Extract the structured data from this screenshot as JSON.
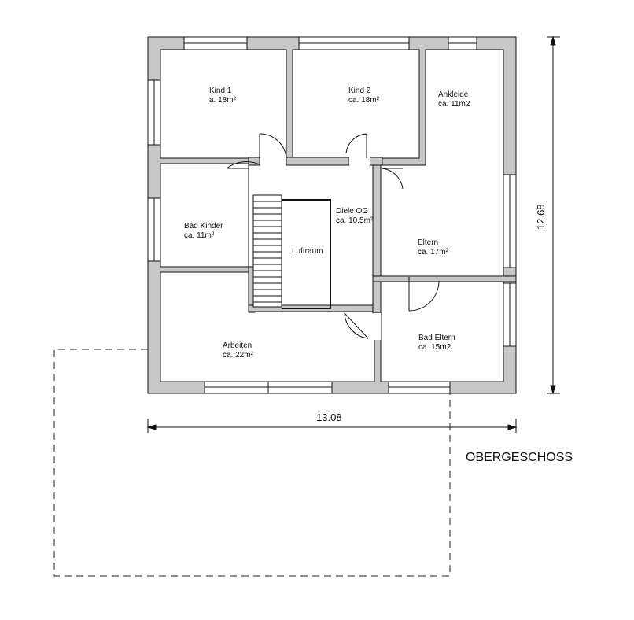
{
  "colors": {
    "wall": "#c8c8c8",
    "outline": "#111111",
    "background": "#ffffff"
  },
  "rooms": {
    "kind1": {
      "name": "Kind 1",
      "area": "a. 18m²"
    },
    "kind2": {
      "name": "Kind 2",
      "area": "ca. 18m²"
    },
    "ankleide": {
      "name": "Ankleide",
      "area": "ca. 11m2"
    },
    "bad_kinder": {
      "name": "Bad Kinder",
      "area": "ca. 11m²"
    },
    "diele": {
      "name": "Diele OG",
      "area": "ca. 10,5m²"
    },
    "luftraum": {
      "name": "Luftraum"
    },
    "eltern": {
      "name": "Eltern",
      "area": "ca. 17m²"
    },
    "arbeiten": {
      "name": "Arbeiten",
      "area": "ca. 22m²"
    },
    "bad_eltern": {
      "name": "Bad Eltern",
      "area": "ca. 15m2"
    }
  },
  "dimensions": {
    "width": "13.08",
    "height": "12.68"
  },
  "floor_label": "OBERGESCHOSS"
}
